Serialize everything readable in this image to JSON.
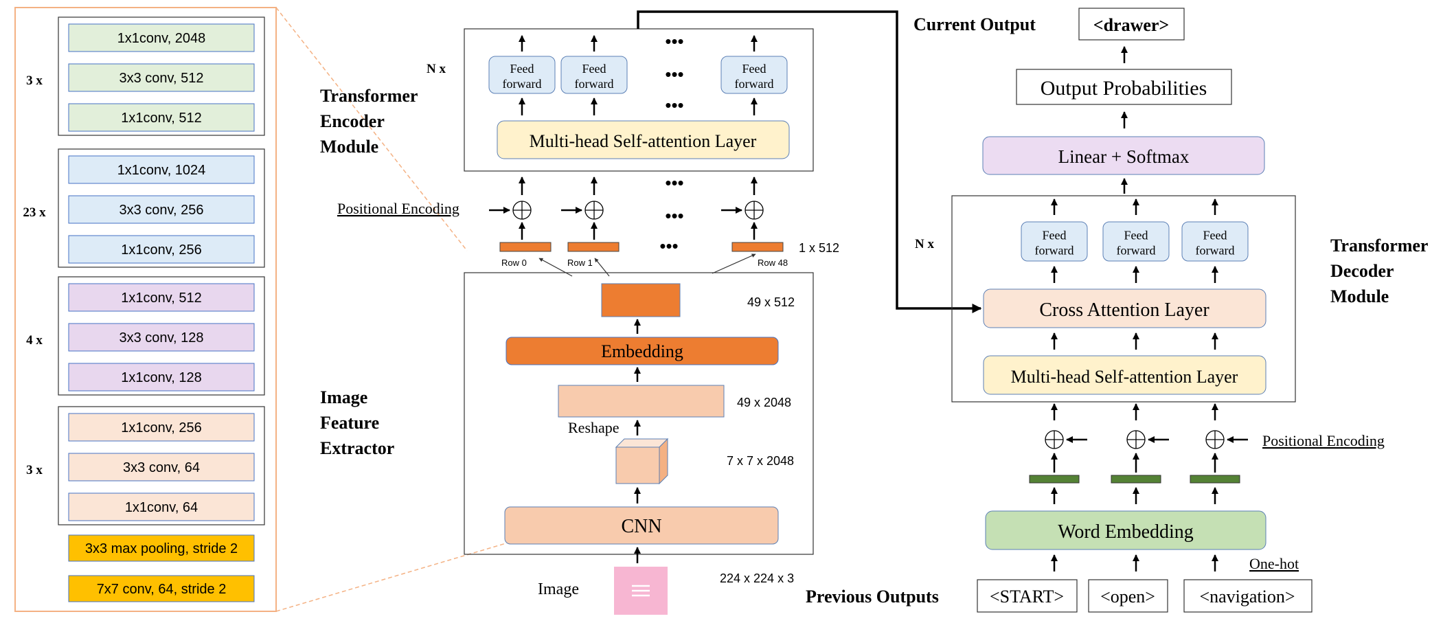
{
  "colors": {
    "green": "#e2efda",
    "blue": "#ddebf7",
    "purple": "#e8d7ee",
    "peach": "#fbe5d6",
    "gold": "#ffc000",
    "orange": "#ed7d31",
    "light_orange": "#f8cbad",
    "feed_blue": "#deebf7",
    "attn_yellow": "#fff2cc",
    "linear_purple": "#ecdcf2",
    "dark_green": "#548235",
    "word_green": "#c5e0b4",
    "pink": "#f7b6d2",
    "panel_border": "#f4b183",
    "box_border": "#5b7fb5"
  },
  "resnet": {
    "groups": [
      {
        "repeat": "3 x",
        "color": "green",
        "layers": [
          "1x1conv, 2048",
          "3x3 conv, 512",
          "1x1conv, 512"
        ]
      },
      {
        "repeat": "23 x",
        "color": "blue",
        "layers": [
          "1x1conv, 1024",
          "3x3 conv, 256",
          "1x1conv, 256"
        ]
      },
      {
        "repeat": "4 x",
        "color": "purple",
        "layers": [
          "1x1conv, 512",
          "3x3 conv, 128",
          "1x1conv, 128"
        ]
      },
      {
        "repeat": "3 x",
        "color": "peach",
        "layers": [
          "1x1conv, 256",
          "3x3 conv, 64",
          "1x1conv, 64"
        ]
      }
    ],
    "base_layers": [
      "3x3 max pooling, stride 2",
      "7x7 conv, 64, stride 2"
    ]
  },
  "encoder": {
    "nx": "N x",
    "title": [
      "Transformer",
      "Encoder",
      "Module"
    ],
    "feed_forward": "Feed forward",
    "ellipsis": "•••",
    "self_attention": "Multi-head Self-attention Layer",
    "positional_encoding": "Positional Encoding",
    "rows": [
      "Row 0",
      "Row 1",
      "Row 48"
    ],
    "row_dim": "1 x 512"
  },
  "extractor": {
    "title": [
      "Image",
      "Feature",
      "Extractor"
    ],
    "embedding": "Embedding",
    "reshape": "Reshape",
    "cnn": "CNN",
    "dims": [
      "49 x 512",
      "49 x 2048",
      "7 x 7 x 2048",
      "224 x 224 x 3"
    ],
    "image_label": "Image"
  },
  "decoder": {
    "current_output_label": "Current  Output",
    "current_output": "<drawer>",
    "output_probabilities": "Output Probabilities",
    "linear_softmax": "Linear + Softmax",
    "nx": "N x",
    "title": [
      "Transformer",
      "Decoder",
      "Module"
    ],
    "feed_forward": "Feed forward",
    "cross_attention": "Cross Attention Layer",
    "self_attention": "Multi-head Self-attention Layer",
    "positional_encoding": "Positional Encoding",
    "word_embedding": "Word Embedding",
    "one_hot": "One-hot",
    "previous_outputs_label": "Previous  Outputs",
    "tokens": [
      "<START>",
      "<open>",
      "<navigation>"
    ]
  }
}
